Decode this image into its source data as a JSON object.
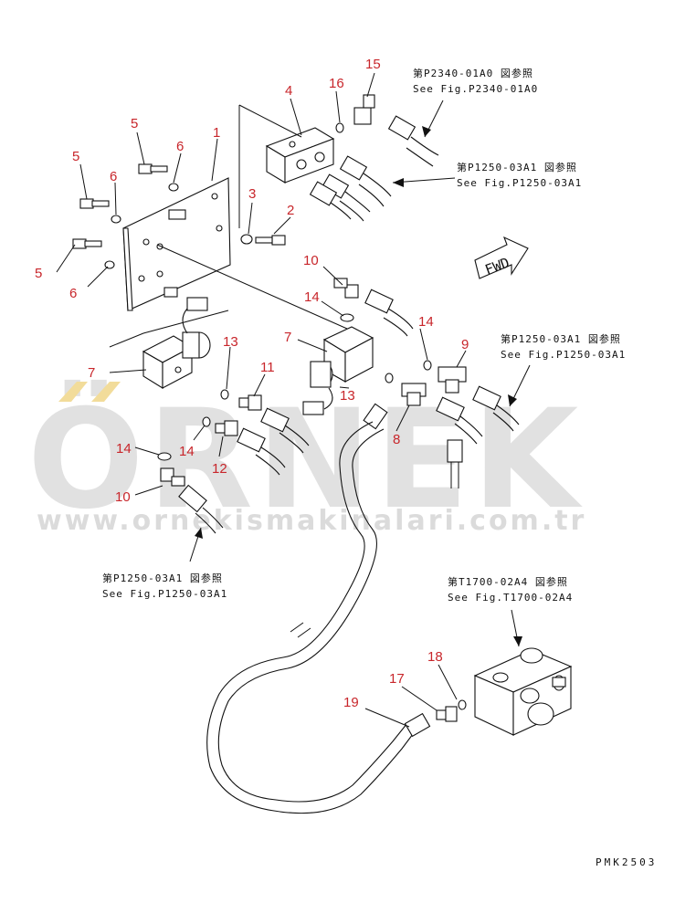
{
  "watermark": {
    "brand": "ÖRNEK",
    "url": "www.ornekismakinalari.com.tr"
  },
  "callouts": [
    {
      "id": "c15",
      "text": "15"
    },
    {
      "id": "c16",
      "text": "16"
    },
    {
      "id": "c4",
      "text": "4"
    },
    {
      "id": "c5a",
      "text": "5"
    },
    {
      "id": "c6a",
      "text": "6"
    },
    {
      "id": "c1",
      "text": "1"
    },
    {
      "id": "c5b",
      "text": "5"
    },
    {
      "id": "c6b",
      "text": "6"
    },
    {
      "id": "c3",
      "text": "3"
    },
    {
      "id": "c2",
      "text": "2"
    },
    {
      "id": "c5c",
      "text": "5"
    },
    {
      "id": "c6c",
      "text": "6"
    },
    {
      "id": "c10a",
      "text": "10"
    },
    {
      "id": "c14a",
      "text": "14"
    },
    {
      "id": "c7a",
      "text": "7"
    },
    {
      "id": "c14b",
      "text": "14"
    },
    {
      "id": "c9",
      "text": "9"
    },
    {
      "id": "c13a",
      "text": "13"
    },
    {
      "id": "c7b",
      "text": "7"
    },
    {
      "id": "c11",
      "text": "11"
    },
    {
      "id": "c13b",
      "text": "13"
    },
    {
      "id": "c8",
      "text": "8"
    },
    {
      "id": "c14c",
      "text": "14"
    },
    {
      "id": "c14d",
      "text": "14"
    },
    {
      "id": "c12",
      "text": "12"
    },
    {
      "id": "c10b",
      "text": "10"
    },
    {
      "id": "c18",
      "text": "18"
    },
    {
      "id": "c17",
      "text": "17"
    },
    {
      "id": "c19",
      "text": "19"
    }
  ],
  "references": [
    {
      "id": "r1",
      "jp": "第P2340-01A0 図参照",
      "en": "See Fig.P2340-01A0"
    },
    {
      "id": "r2",
      "jp": "第P1250-03A1 図参照",
      "en": "See Fig.P1250-03A1"
    },
    {
      "id": "r3",
      "jp": "第P1250-03A1 図参照",
      "en": "See Fig.P1250-03A1"
    },
    {
      "id": "r4",
      "jp": "第P1250-03A1 図参照",
      "en": "See Fig.P1250-03A1"
    },
    {
      "id": "r5",
      "jp": "第T1700-02A4 図参照",
      "en": "See Fig.T1700-02A4"
    }
  ],
  "direction_marker": "FWD",
  "drawing_code": "PMK2503"
}
